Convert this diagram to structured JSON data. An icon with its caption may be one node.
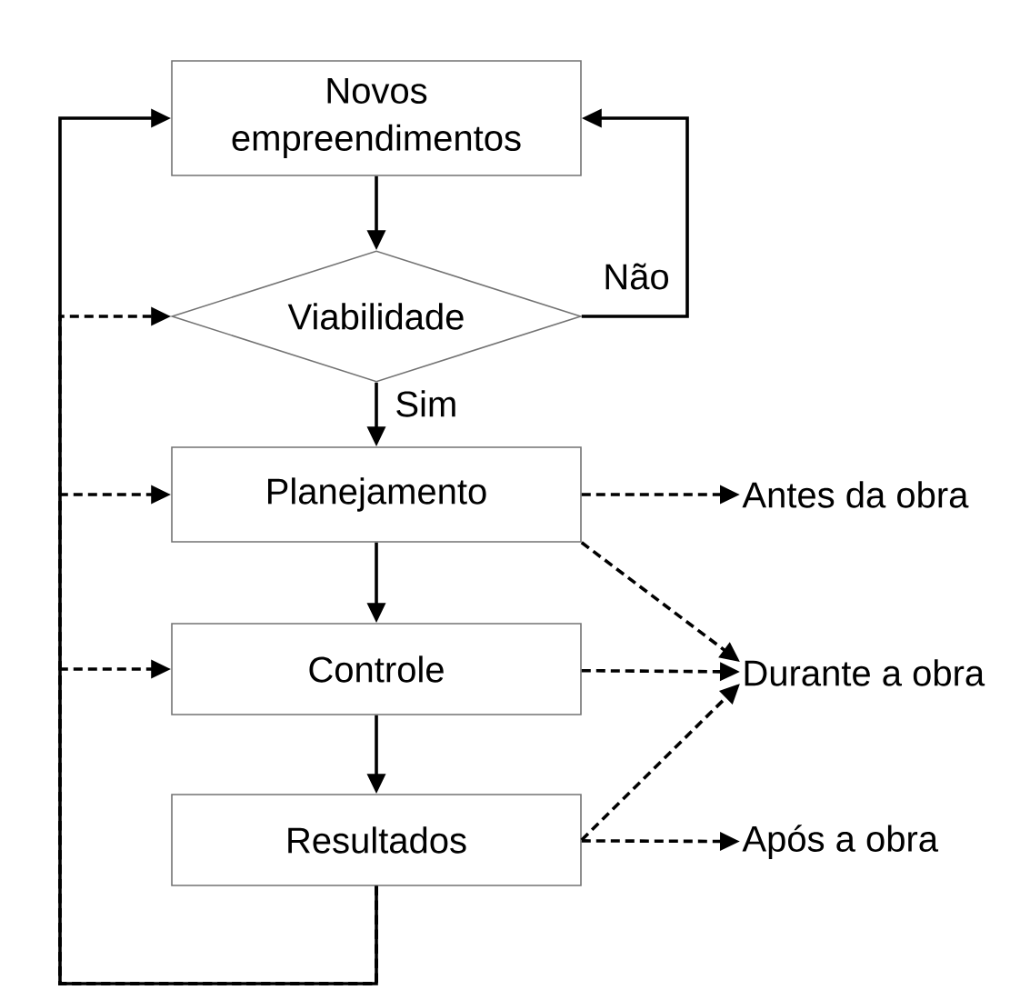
{
  "diagram": {
    "nodes": [
      {
        "text": [
          "Novos empreendimentos"
        ]
      },
      {
        "text": [
          "Viabilidade"
        ]
      },
      {
        "text": [
          "Planejamento"
        ]
      },
      {
        "text": [
          "Controle"
        ]
      },
      {
        "text": [
          "Resultados"
        ]
      },
      {
        "text": [
          "Antes da obra"
        ]
      },
      {
        "text": [
          "Durante a obra"
        ]
      },
      {
        "text": [
          "Após a obra"
        ]
      }
    ],
    "edges": [
      {
        "from": 0,
        "to": 1,
        "arrow": "to"
      },
      {
        "from": 1,
        "to": 2,
        "arrow": "to",
        "label": "Sim"
      },
      {
        "from": 1,
        "to": 0,
        "arrow": "to",
        "label": "Não"
      },
      {
        "from": 2,
        "to": 3,
        "arrow": "to"
      },
      {
        "from": 3,
        "to": 4,
        "arrow": "to"
      },
      {
        "from": 4,
        "to": 0,
        "arrow": "to"
      },
      {
        "from": 4,
        "to": 1,
        "arrow": "to",
        "style": "dashed"
      },
      {
        "from": 4,
        "to": 2,
        "arrow": "to",
        "style": "dashed"
      },
      {
        "from": 4,
        "to": 3,
        "arrow": "to",
        "style": "dashed"
      },
      {
        "from": 2,
        "to": 5,
        "arrow": "to",
        "style": "dashed"
      },
      {
        "from": 2,
        "to": 6,
        "arrow": "to",
        "style": "dashed"
      },
      {
        "from": 3,
        "to": 6,
        "arrow": "to",
        "style": "dashed"
      },
      {
        "from": 4,
        "to": 6,
        "arrow": "to",
        "style": "dashed"
      },
      {
        "from": 4,
        "to": 7,
        "arrow": "to",
        "style": "dashed"
      }
    ]
  }
}
